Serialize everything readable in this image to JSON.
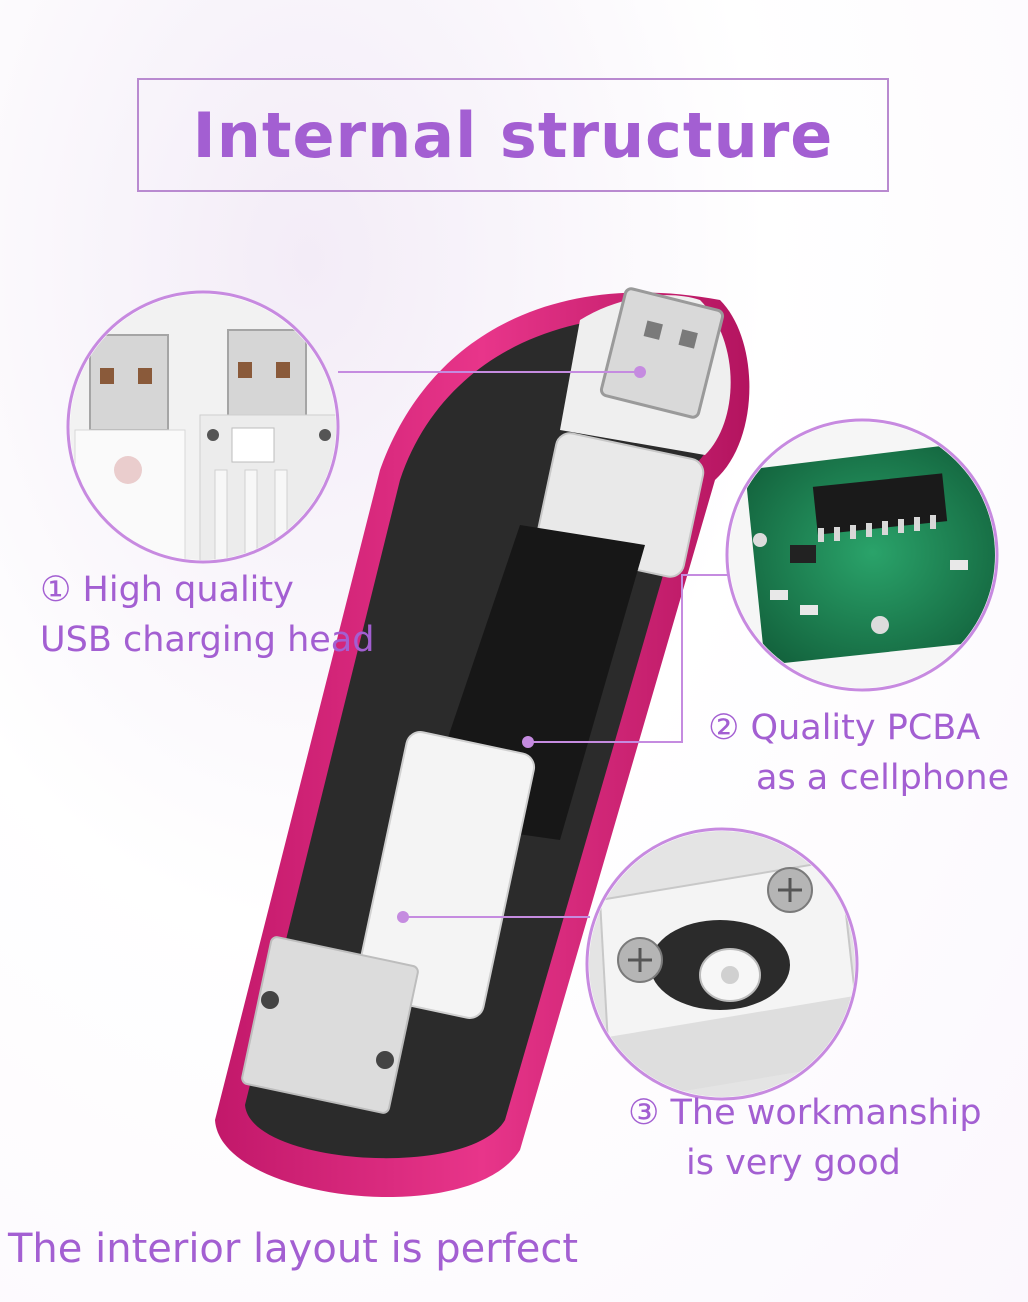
{
  "title": "Internal structure",
  "callouts": {
    "usb": {
      "number": "①",
      "line1": "High quality",
      "line2": "USB charging head"
    },
    "pcba": {
      "number": "②",
      "line1": "Quality PCBA",
      "line2": "as a cellphone"
    },
    "workmanship": {
      "number": "③",
      "line1": "The workmanship",
      "line2": "is very good"
    }
  },
  "footer": "The interior layout is perfect",
  "colors": {
    "accent": "#a35fd2",
    "device": "#e0267a",
    "pcb": "#1f8f5a"
  }
}
